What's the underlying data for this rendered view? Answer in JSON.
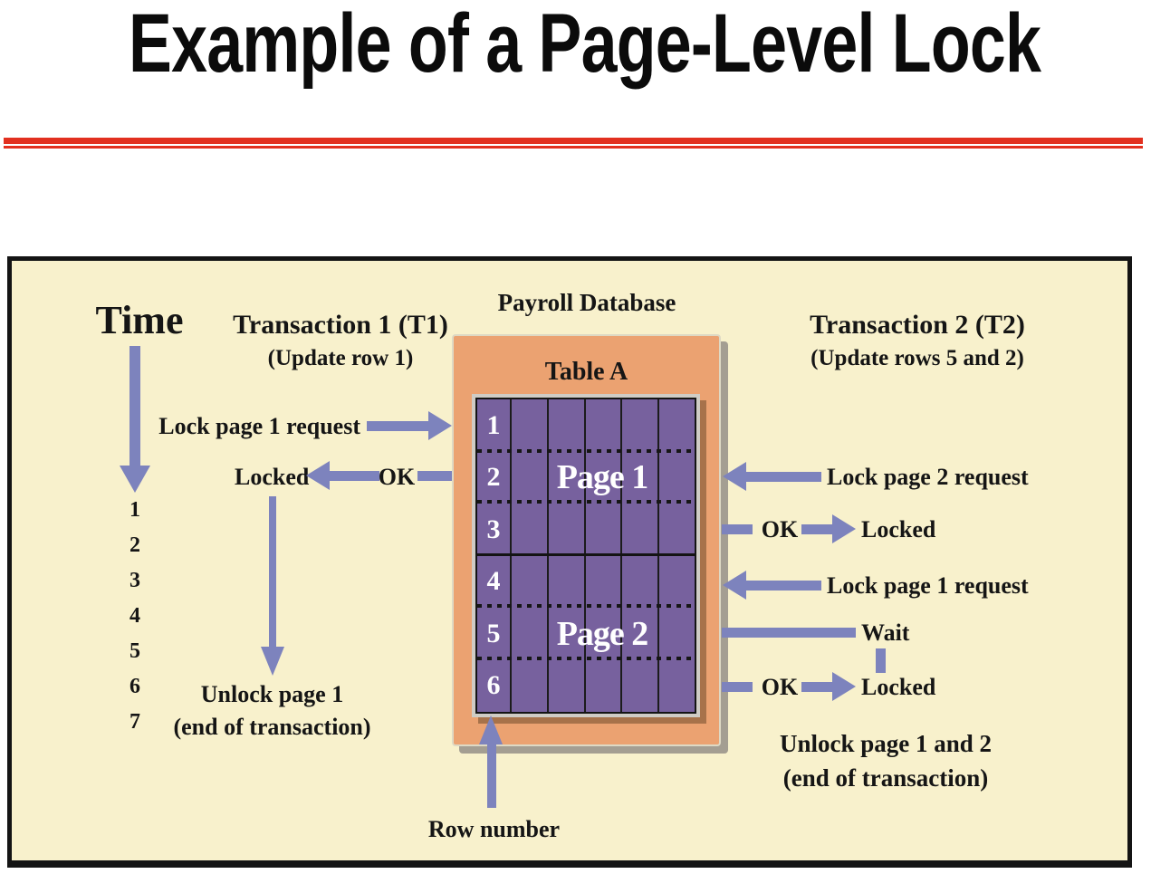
{
  "title": "Example of a Page-Level Lock",
  "time": {
    "label": "Time",
    "ticks": [
      "1",
      "2",
      "3",
      "4",
      "5",
      "6",
      "7"
    ]
  },
  "t1": {
    "title": "Transaction 1 (T1)",
    "subtitle": "(Update row 1)",
    "lock_request": "Lock page 1 request",
    "locked": "Locked",
    "ok": "OK",
    "unlock_line1": "Unlock page 1",
    "unlock_line2": "(end of transaction)"
  },
  "database": {
    "title": "Payroll Database",
    "table_name": "Table A",
    "row_numbers": [
      "1",
      "2",
      "3",
      "4",
      "5",
      "6"
    ],
    "page1_label": "Page 1",
    "page2_label": "Page 2",
    "row_pointer_label": "Row number"
  },
  "t2": {
    "title": "Transaction 2 (T2)",
    "subtitle": "(Update rows 5 and 2)",
    "lock_page2_request": "Lock page 2 request",
    "ok_first": "OK",
    "locked_first": "Locked",
    "lock_page1_request": "Lock page 1 request",
    "wait": "Wait",
    "ok_second": "OK",
    "locked_second": "Locked",
    "unlock_line1": "Unlock page 1 and 2",
    "unlock_line2": "(end of transaction)"
  },
  "colors": {
    "accent_red": "#e2301f",
    "panel_background": "#f8f1cc",
    "arrow_purple": "#7d83bd",
    "table_purple": "#77619e",
    "database_orange": "#eba271"
  }
}
